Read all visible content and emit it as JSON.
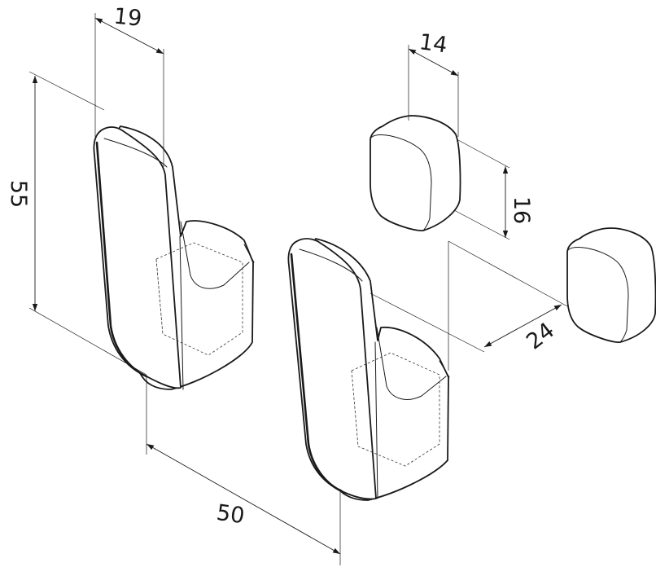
{
  "dimensions": {
    "width_small": "19",
    "height": "55",
    "spacing": "50",
    "cap_width": "14",
    "cap_height": "16",
    "cap_depth": "24"
  },
  "colors": {
    "line": "#1a1a1a",
    "background": "#ffffff"
  }
}
